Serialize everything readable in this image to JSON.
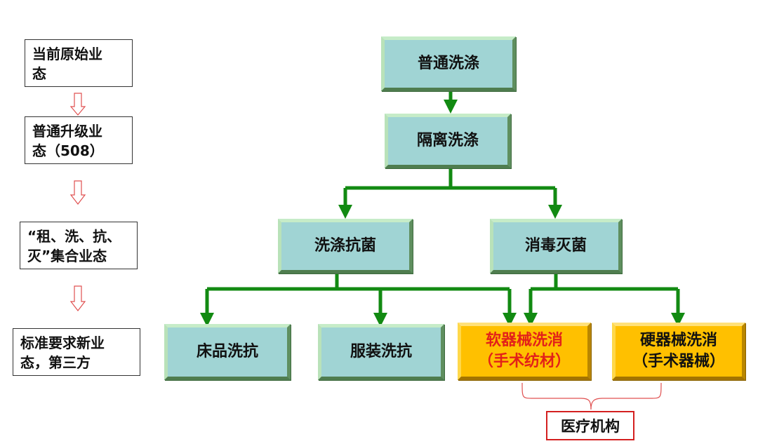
{
  "stages": [
    {
      "lines": [
        "当前原始业",
        "态"
      ]
    },
    {
      "lines": [
        "普通升级业",
        "态（508）"
      ]
    },
    {
      "lines": [
        "“租、洗、抗、",
        "灭”集合业态"
      ]
    },
    {
      "lines": [
        "标准要求新业",
        "态，第三方"
      ]
    }
  ],
  "nodes": {
    "normal_wash": "普通洗涤",
    "isolation_wash": "隔离洗涤",
    "antibacterial_wash": "洗涤抗菌",
    "disinfection": "消毒灭菌",
    "bedding": "床品洗抗",
    "clothing": "服装洗抗",
    "soft_device": {
      "line1": "软器械洗消",
      "line2": "（手术纺材）"
    },
    "hard_device": {
      "line1": "硬器械洗消",
      "line2": "（手术器械）"
    }
  },
  "institution_label": "医疗机构",
  "colors": {
    "teal_fill": "#a0d4d4",
    "gold_fill": "#ffc000",
    "arrow_green": "#128a12",
    "hollow_arrow_red": "#e05050",
    "accent_red": "#e32119"
  }
}
